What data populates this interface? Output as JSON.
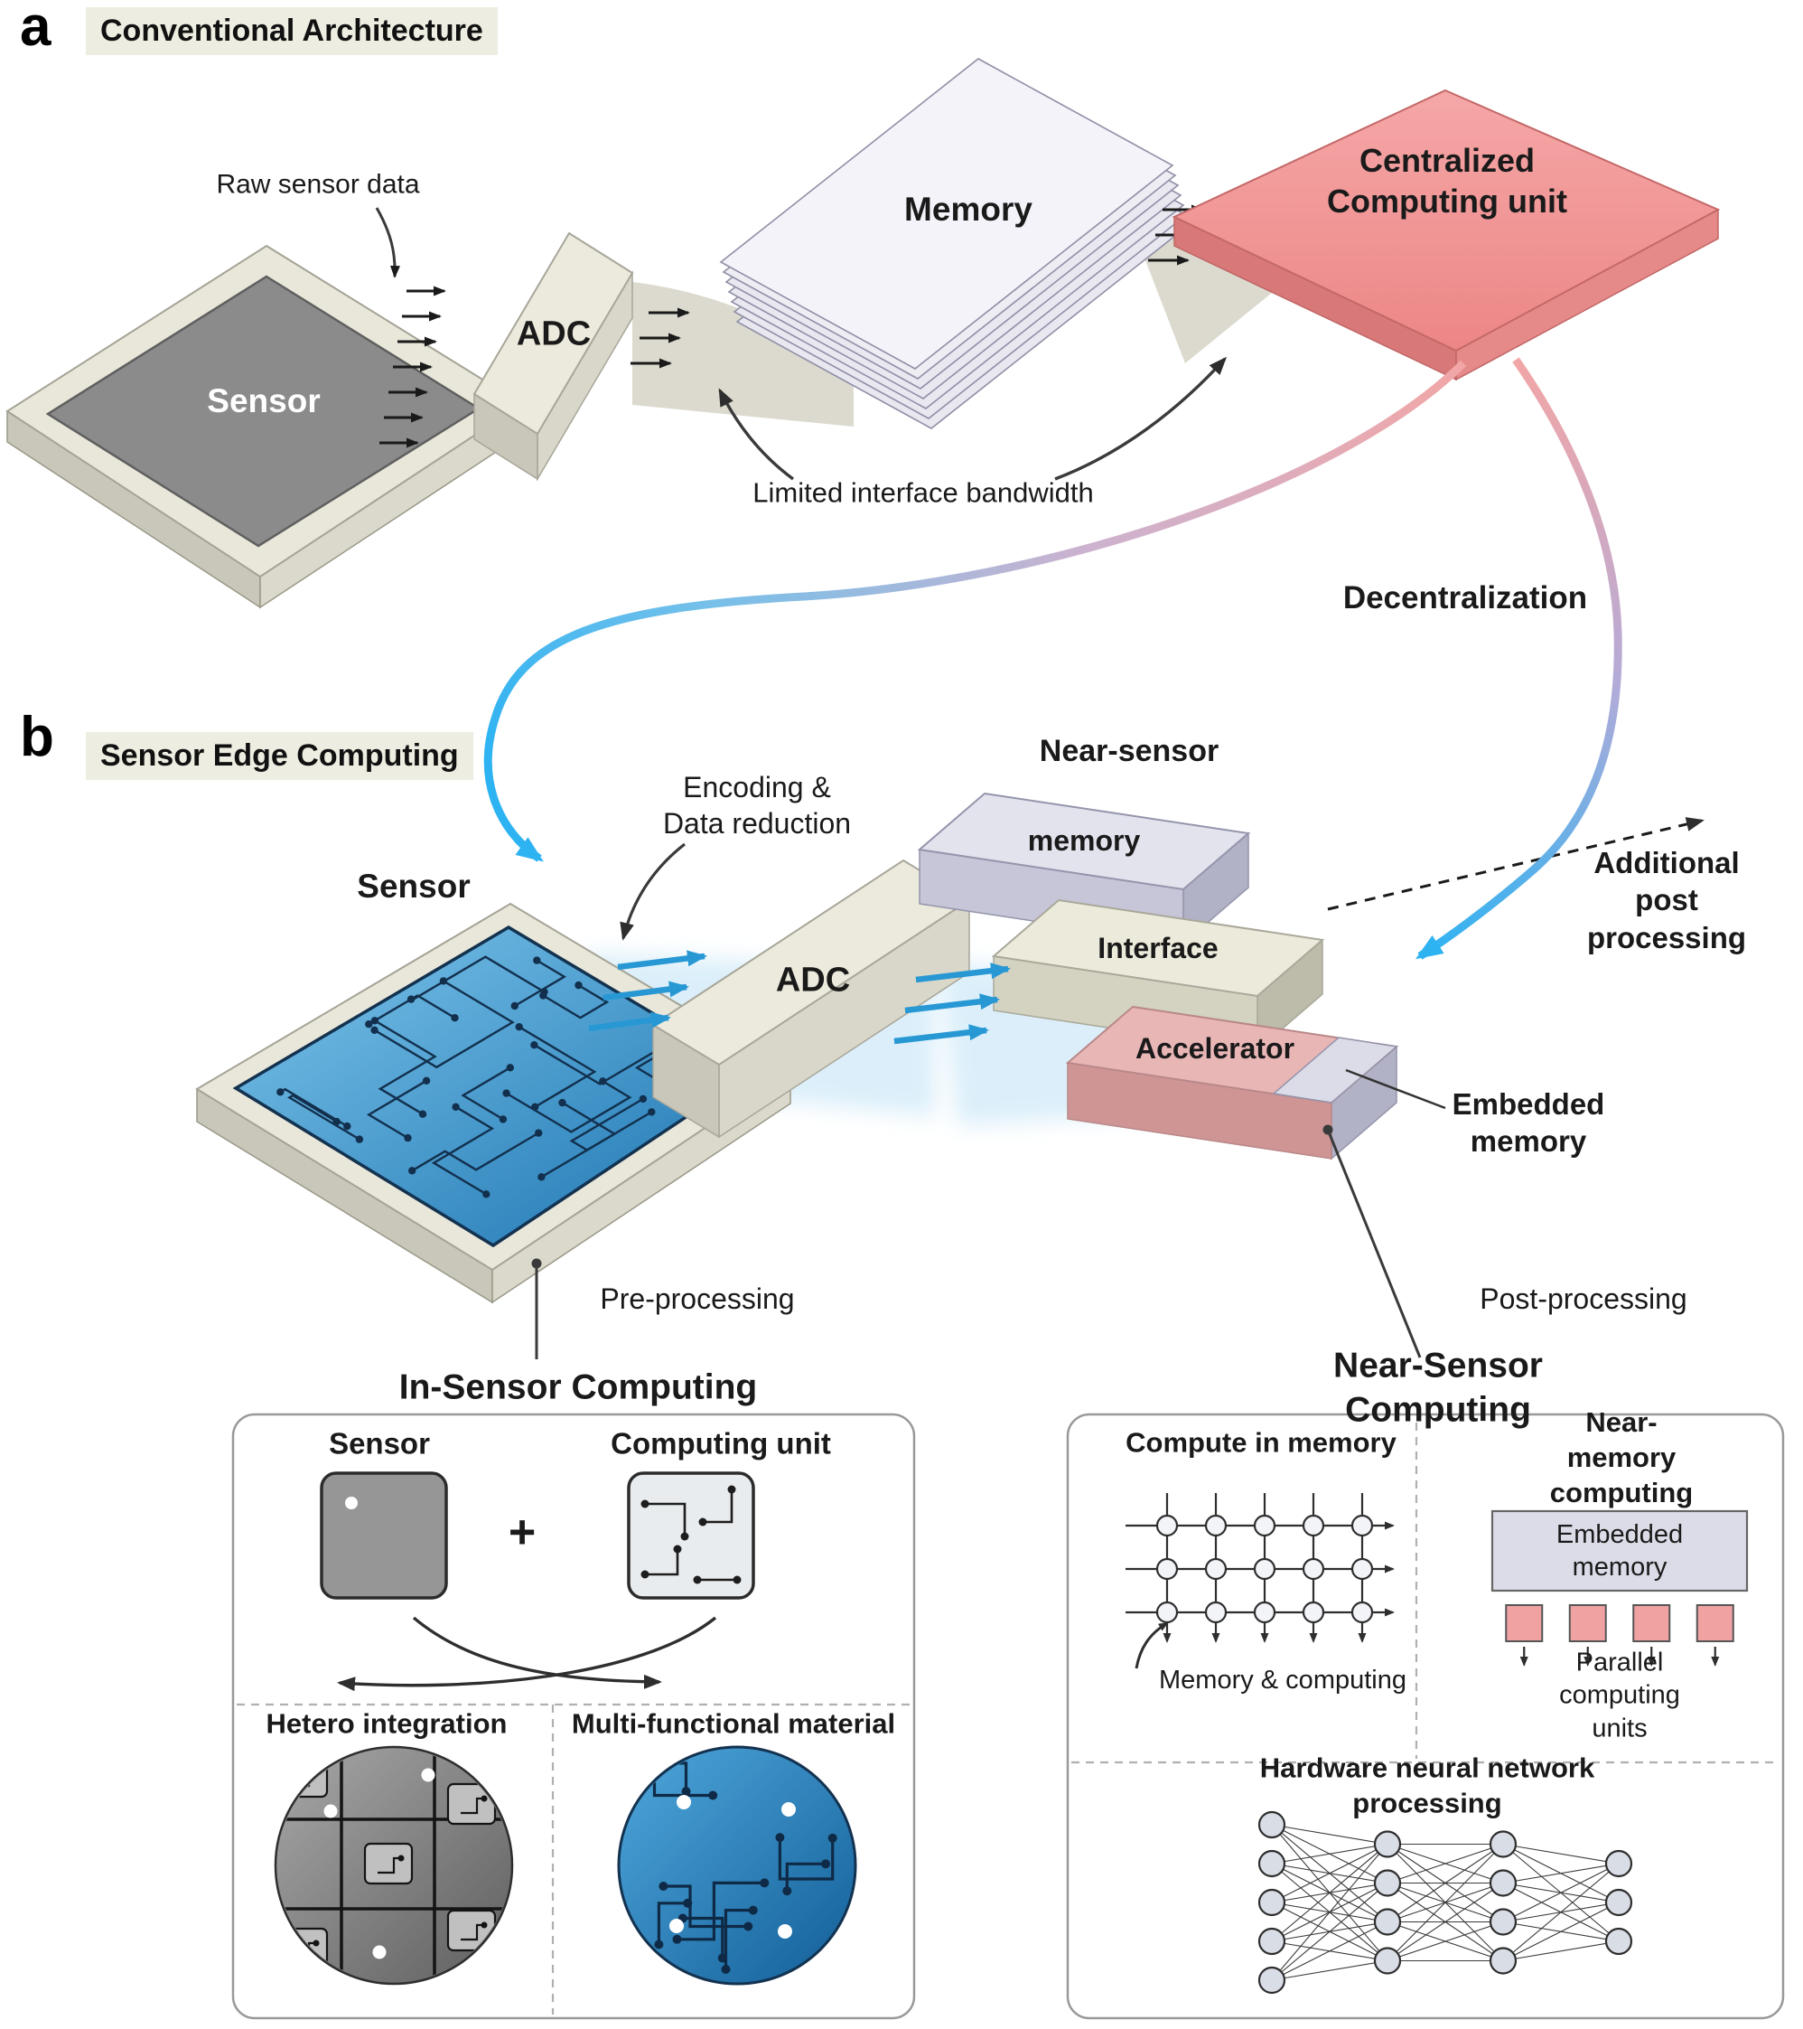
{
  "figure": {
    "panel_a": {
      "label": "a",
      "title": "Conventional Architecture",
      "raw_sensor_data": "Raw sensor data",
      "sensor": "Sensor",
      "adc": "ADC",
      "memory": "Memory",
      "centralized_unit": "Centralized\nComputing unit",
      "limited_bandwidth": "Limited interface bandwidth",
      "decentralization": "Decentralization"
    },
    "panel_b": {
      "label": "b",
      "title": "Sensor Edge Computing",
      "encoding": "Encoding &\nData reduction",
      "near_sensor": "Near-sensor",
      "sensor": "Sensor",
      "adc": "ADC",
      "memory": "memory",
      "interface": "Interface",
      "accelerator": "Accelerator",
      "additional_post": "Additional\npost processing",
      "embedded_memory": "Embedded\nmemory",
      "pre_processing": "Pre-processing",
      "post_processing": "Post-processing"
    },
    "in_sensor": {
      "title": "In-Sensor Computing",
      "sensor": "Sensor",
      "plus": "+",
      "computing_unit": "Computing unit",
      "hetero_integration": "Hetero integration",
      "multi_functional": "Multi-functional material"
    },
    "near_sensor_box": {
      "title": "Near-Sensor Computing",
      "compute_in_memory": "Compute in memory",
      "memory_and_computing": "Memory & computing",
      "near_memory_computing": "Near- memory\ncomputing",
      "embedded_memory": "Embedded\nmemory",
      "parallel_units": "Parallel computing\nunits",
      "hardware_nn": "Hardware neural network processing"
    }
  },
  "diagrams": {
    "crossbar": {
      "rows": 3,
      "cols": 5
    },
    "nn_layers": [
      5,
      4,
      4,
      3
    ],
    "parallel_unit_count": 4
  },
  "colors": {
    "centralized_red": "#f19191",
    "accelerator_pink": "#e9b6b6",
    "memory_lavender": "#e3e3ee",
    "beige": "#ebe9db",
    "sensor_blue": "#2e8fc4",
    "arrow_blue": "#2798d4",
    "panel_title_bg": "#eeede1"
  }
}
